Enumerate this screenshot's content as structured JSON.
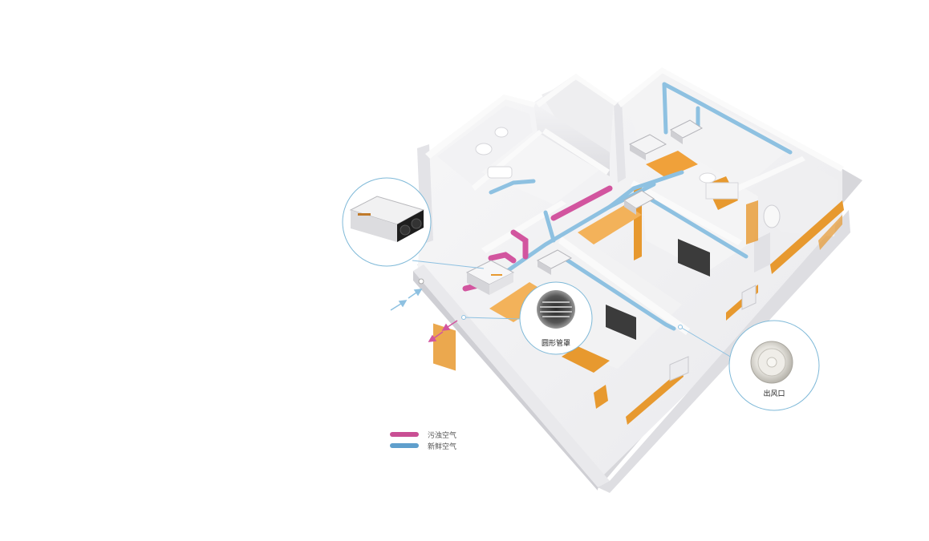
{
  "colors": {
    "polluted_air": "#c94f94",
    "fresh_air": "#5f9fcc",
    "wall_top": "#fbfbfb",
    "wall_side": "#e6e6e9",
    "floor": "#f1f1f3",
    "wood": "#e7992f",
    "callout_ring": "#7fb9d8"
  },
  "callouts": {
    "unit": {
      "icon": "ventilation-unit-icon"
    },
    "round_hood": {
      "label": "圆形管罩",
      "icon": "round-vent-hood-icon"
    },
    "air_outlet": {
      "label": "出风口",
      "icon": "air-outlet-diffuser-icon"
    }
  },
  "legend": {
    "items": [
      {
        "label": "污浊空气",
        "color": "#c94f94"
      },
      {
        "label": "新鲜空气",
        "color": "#5f9fcc"
      }
    ]
  }
}
